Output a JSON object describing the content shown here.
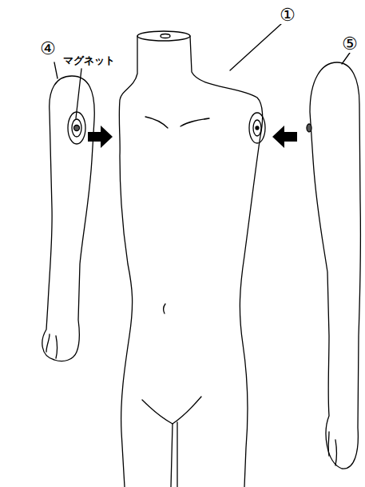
{
  "diagram": {
    "labels": [
      "④",
      "マグネット",
      "①",
      "⑤"
    ]
  }
}
